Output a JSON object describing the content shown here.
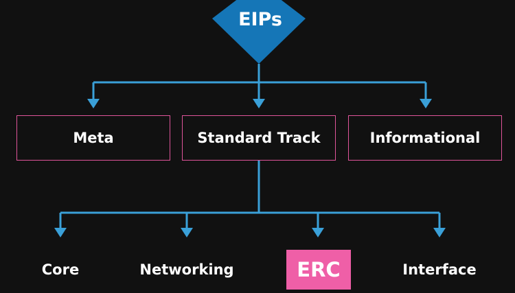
{
  "root": {
    "label": "EIPs"
  },
  "categories": [
    {
      "label": "Meta"
    },
    {
      "label": "Standard Track"
    },
    {
      "label": "Informational"
    }
  ],
  "subcategories": [
    {
      "label": "Core"
    },
    {
      "label": "Networking"
    },
    {
      "label": "ERC",
      "highlighted": true
    },
    {
      "label": "Interface"
    }
  ],
  "colors": {
    "background": "#111111",
    "diamond": "#1576b7",
    "connector": "#3aa0d8",
    "box_border": "#e0559b",
    "highlight": "#ef5fa7",
    "text": "#ffffff"
  }
}
